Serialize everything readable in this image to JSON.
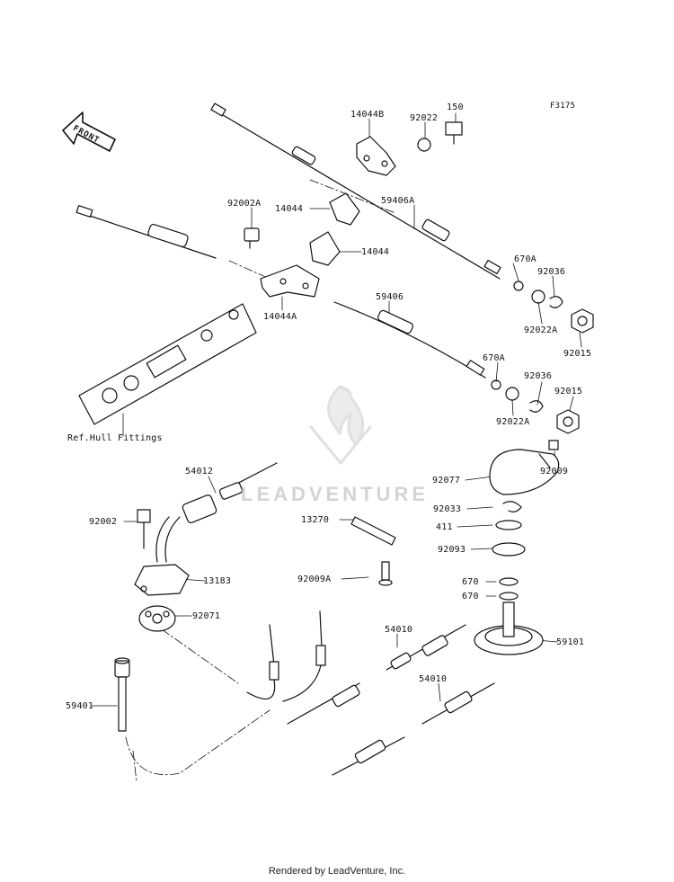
{
  "figure_code": "F3175",
  "front_label": "FRONT",
  "watermark": "LEADVENTURE",
  "footer": "Rendered by LeadVenture, Inc.",
  "parts": {
    "p150": "150",
    "p92022": "92022",
    "p14044b": "14044B",
    "p92002a": "92002A",
    "p14044_upper": "14044",
    "p14044_lower": "14044",
    "p59406a": "59406A",
    "p670a_1": "670A",
    "p92036_1": "92036",
    "p92022a_1": "92022A",
    "p92015_1": "92015",
    "p14044a": "14044A",
    "p59406": "59406",
    "p670a_2": "670A",
    "p92036_2": "92036",
    "p92015_2": "92015",
    "p92022a_2": "92022A",
    "hull_ref": "Ref.Hull Fittings",
    "p54012": "54012",
    "p92077": "92077",
    "p92009": "92009",
    "p92002": "92002",
    "p13270": "13270",
    "p92033": "92033",
    "p411": "411",
    "p92093": "92093",
    "p13183": "13183",
    "p92009a": "92009A",
    "p670_1": "670",
    "p670_2": "670",
    "p92071": "92071",
    "p54010_1": "54010",
    "p59101": "59101",
    "p54010_2": "54010",
    "p59401": "59401"
  }
}
